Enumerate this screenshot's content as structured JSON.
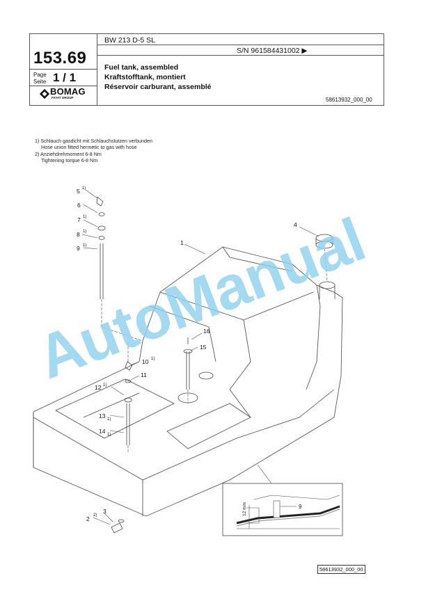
{
  "header": {
    "model": "BW 213 D-5 SL",
    "serial": "S/N 961584431002 ▶",
    "page_number": "153.69",
    "page_label": "Page",
    "seite_label": "Seite",
    "page_of": "1 / 1",
    "title_en": "Fuel tank, assembled",
    "title_de": "Kraftstofftank, montiert",
    "title_fr": "Réservoir carburant, assemblé",
    "doc_number": "58613932_000_00"
  },
  "logo": {
    "name": "BOMAG",
    "sub": "FAYAT GROUP"
  },
  "notes": [
    "1) Schlauch gasdicht mit Schlauchstutzen verbunden",
    "Hose union fitted hermetic to gas with hose",
    "2) Anziehdrehmoment 6-8 Nm",
    "Tightening torque 6-8 Nm"
  ],
  "callouts": {
    "c1": "1",
    "c2": "2",
    "c3": "3",
    "c4": "4",
    "c5": "5",
    "c6": "6",
    "c7": "7",
    "c8": "8",
    "c9": "9",
    "c10": "10",
    "c11": "11",
    "c12": "12",
    "c13": "13",
    "c14": "14",
    "c15": "15",
    "c16": "16",
    "sup1": "1)",
    "sup2": "2)",
    "detail_dim": "12 mm",
    "detail_item": "9"
  },
  "footer": {
    "doc_number": "58613932_000_00"
  },
  "watermark": "AutoManual"
}
